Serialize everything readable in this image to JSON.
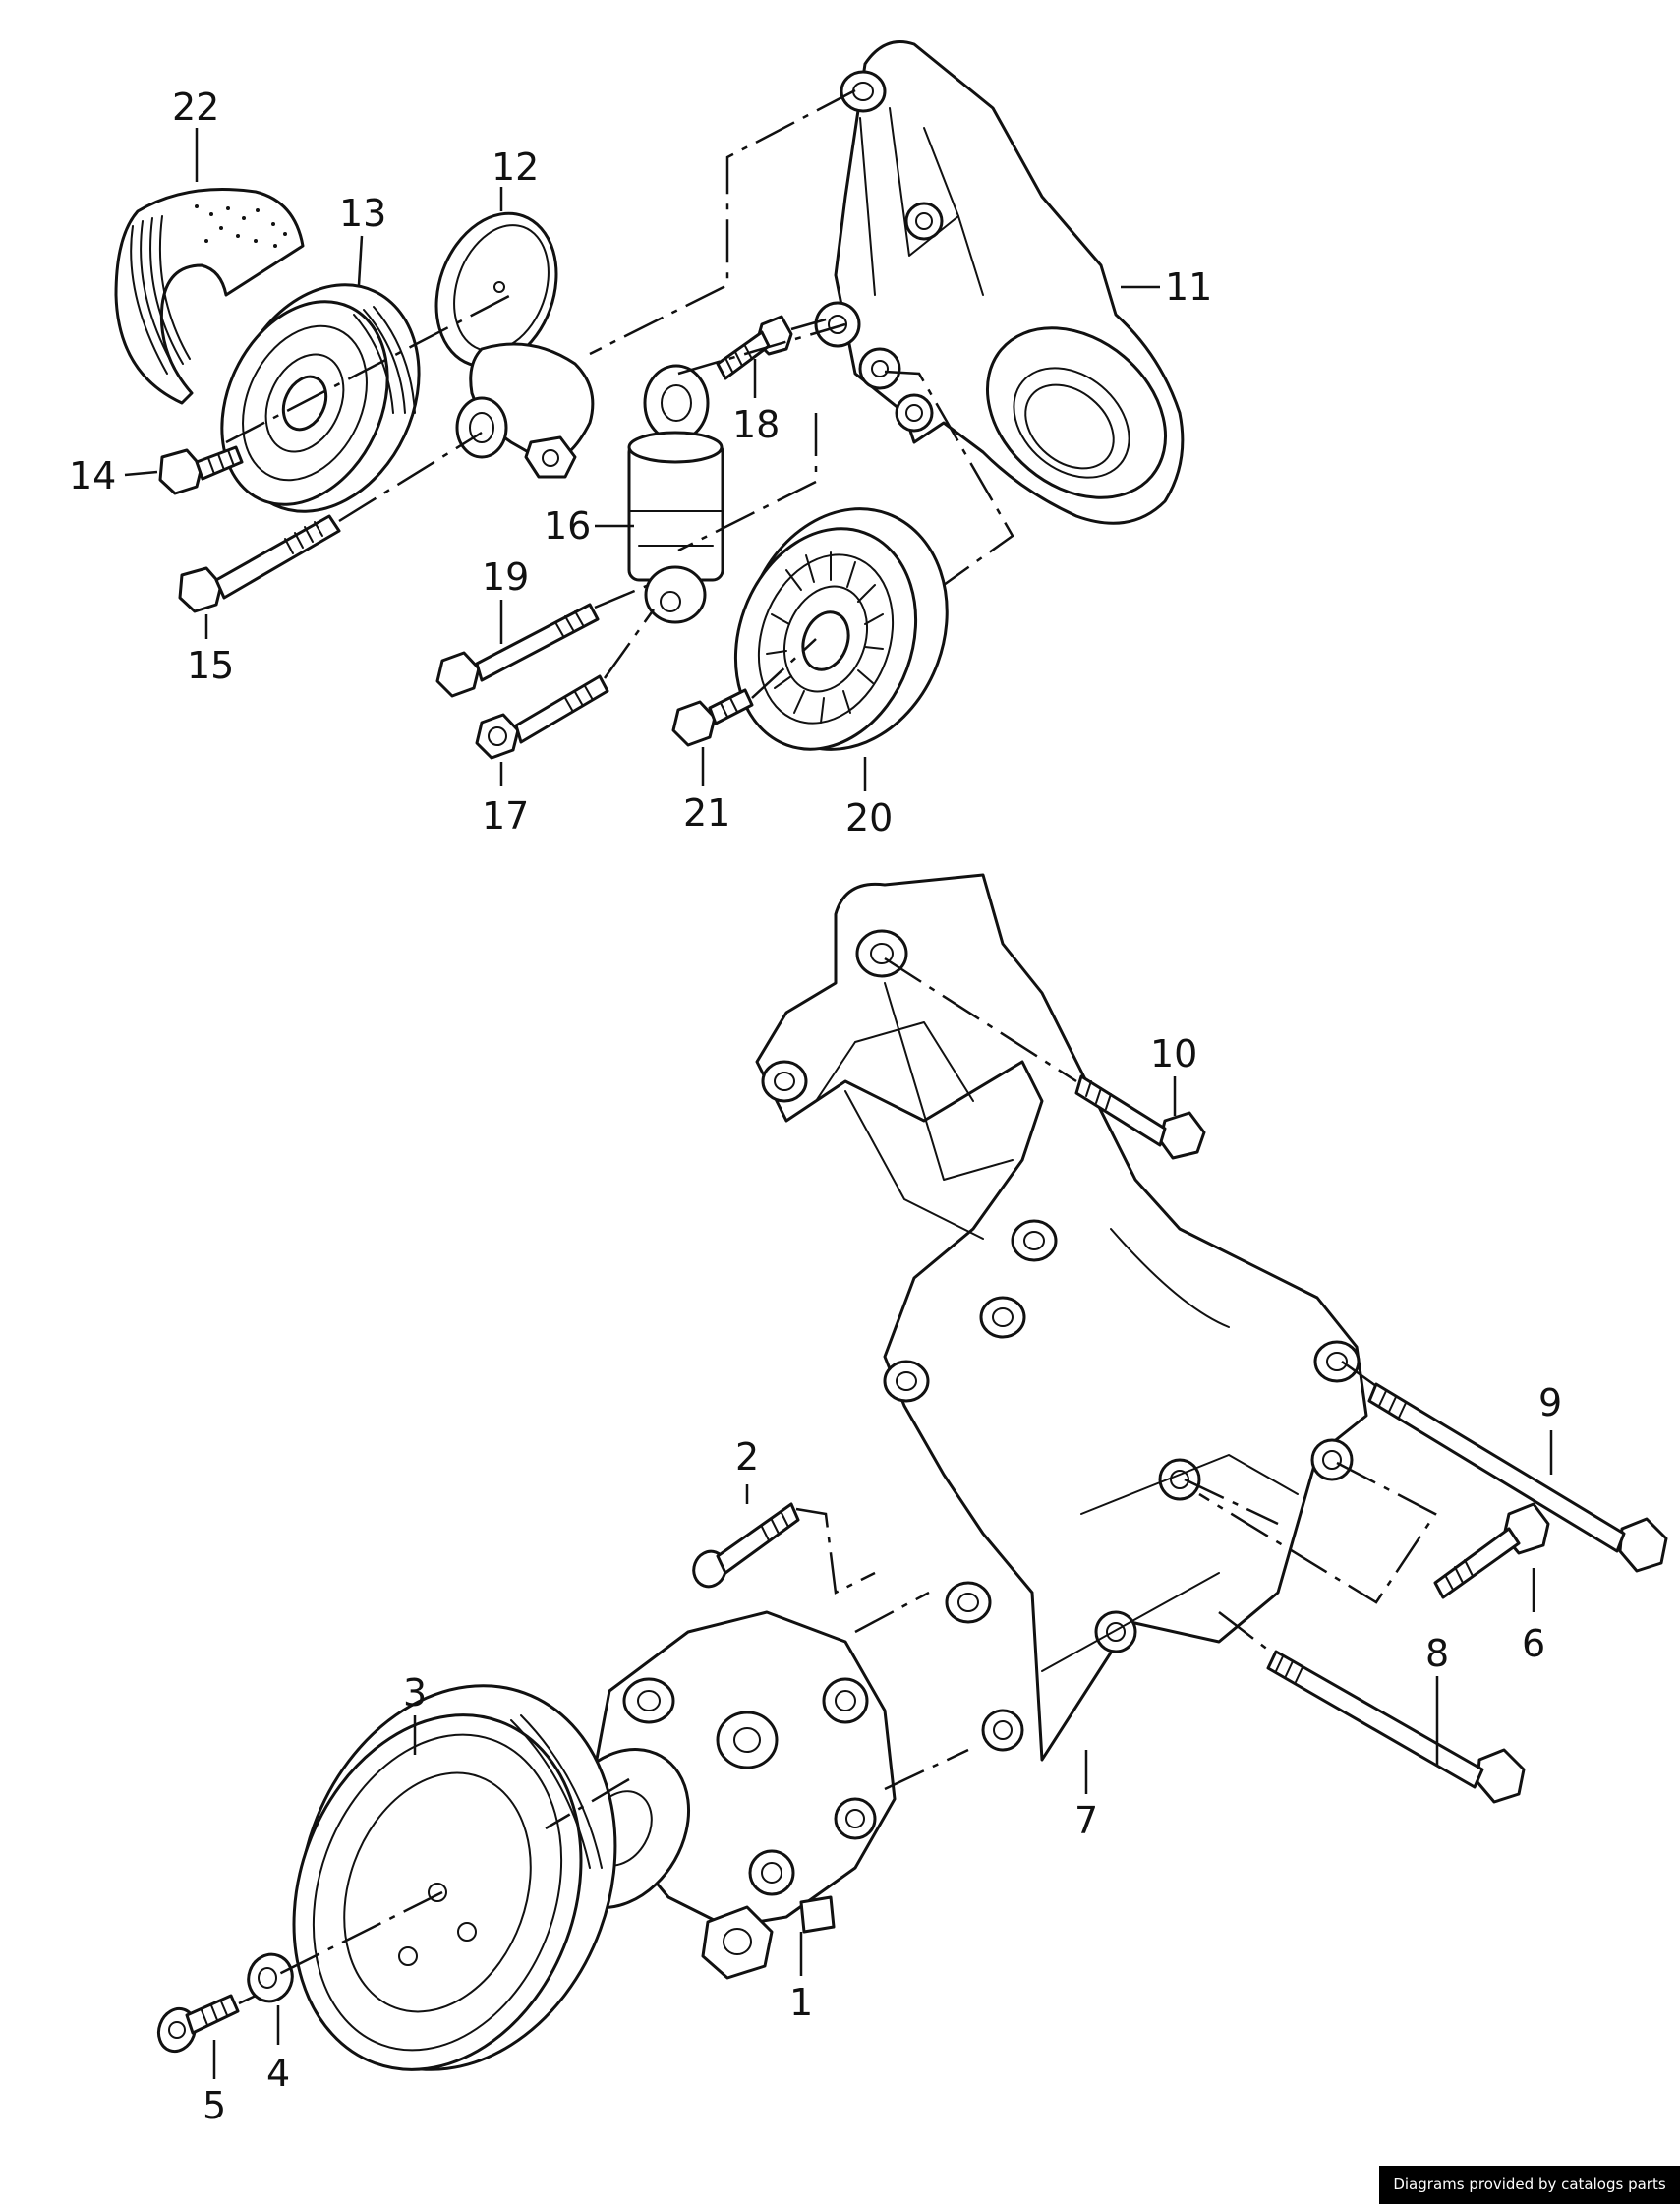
{
  "callouts": {
    "c1": "1",
    "c2": "2",
    "c3": "3",
    "c4": "4",
    "c5": "5",
    "c6": "6",
    "c7": "7",
    "c8": "8",
    "c9": "9",
    "c10": "10",
    "c11": "11",
    "c12": "12",
    "c13": "13",
    "c14": "14",
    "c15": "15",
    "c16": "16",
    "c17": "17",
    "c18": "18",
    "c19": "19",
    "c20": "20",
    "c21": "21",
    "c22": "22"
  },
  "credit": "Diagrams provided by catalogs parts"
}
